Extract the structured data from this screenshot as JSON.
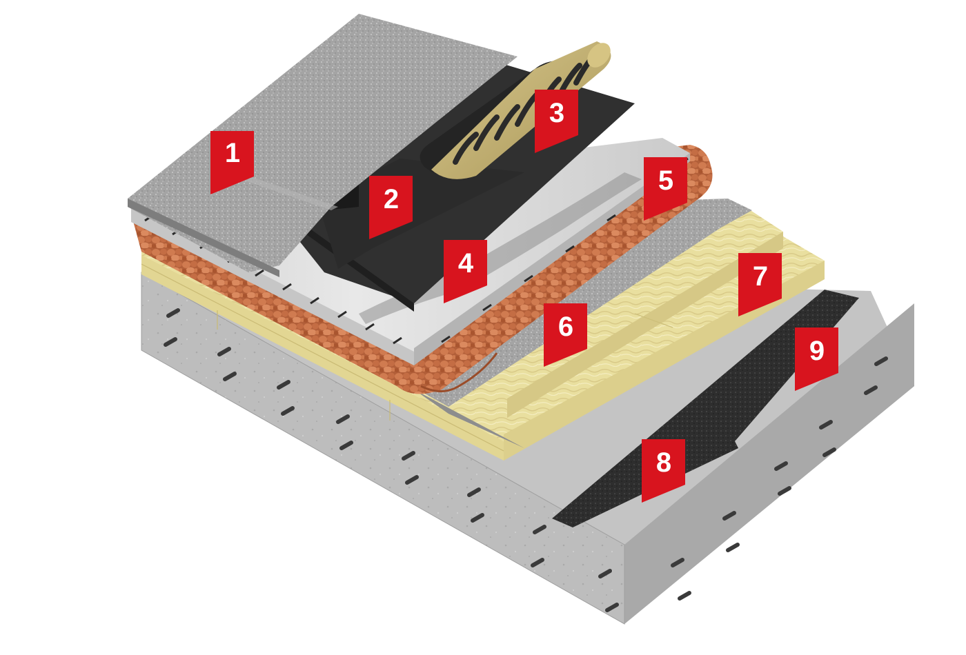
{
  "colors": {
    "marker_red": "#d8141e",
    "concrete": "#b9b9b9",
    "mineral_wool": "#ece2a2",
    "clay_pellets": "#c8734a",
    "bitumen_dark": "#333333",
    "granulate_grey": "#a7a7a7",
    "screed_light": "#d6d6d6",
    "roll_gold": "#c3b177"
  },
  "markers": [
    {
      "id": "1",
      "label": "1"
    },
    {
      "id": "2",
      "label": "2"
    },
    {
      "id": "3",
      "label": "3"
    },
    {
      "id": "4",
      "label": "4"
    },
    {
      "id": "5",
      "label": "5"
    },
    {
      "id": "6",
      "label": "6"
    },
    {
      "id": "7",
      "label": "7"
    },
    {
      "id": "8",
      "label": "8"
    },
    {
      "id": "9",
      "label": "9"
    }
  ]
}
